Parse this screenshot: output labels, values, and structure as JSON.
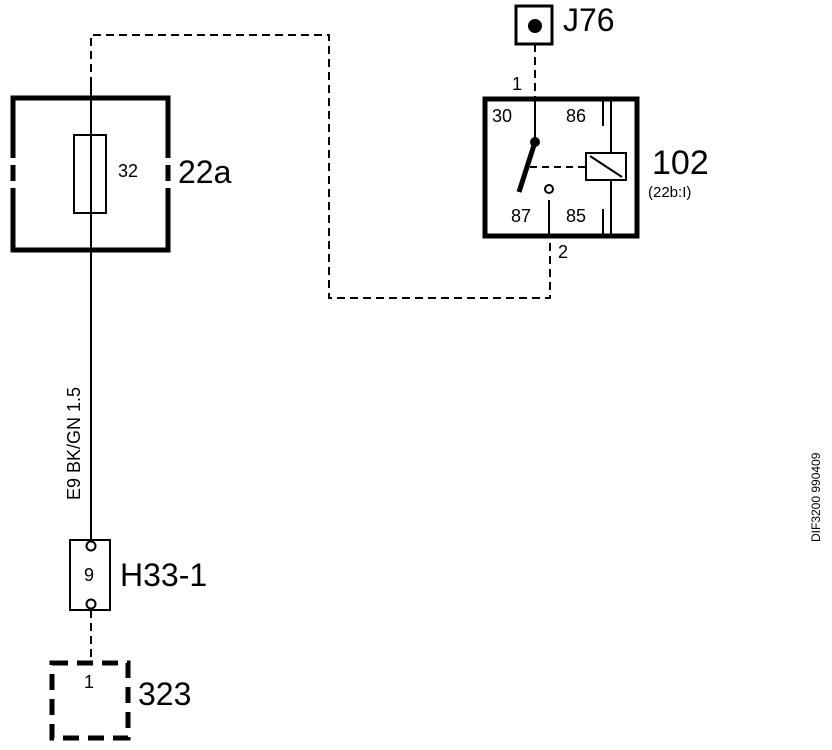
{
  "fuse_box": {
    "id": "22a",
    "fuse_number": "32"
  },
  "connector_top": {
    "id": "J76",
    "pin": "1"
  },
  "relay": {
    "id": "102",
    "ref": "(22b:I)",
    "pins": {
      "p30": "30",
      "p86": "86",
      "p87": "87",
      "p85": "85"
    },
    "output_pin": "2"
  },
  "wire": {
    "label": "E9   BK/GN 1.5"
  },
  "connector_bottom": {
    "id": "H33-1",
    "pin": "9"
  },
  "component": {
    "id": "323",
    "pin": "1"
  },
  "drawing_code": "DIF3200 990409"
}
